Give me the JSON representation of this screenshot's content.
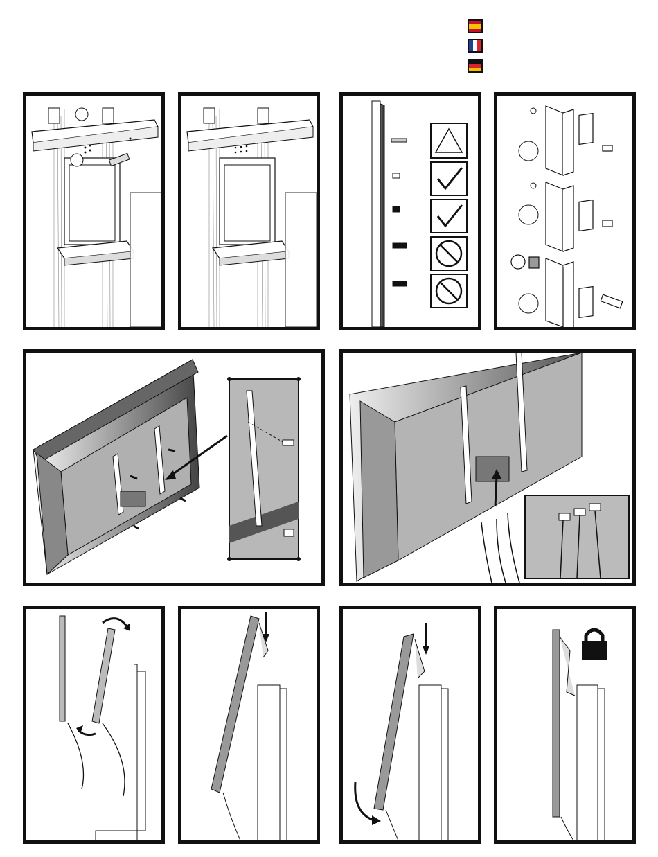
{
  "flags": [
    {
      "name": "spain-flag-icon",
      "colors": [
        "#c8102e",
        "#f6c200",
        "#c8102e"
      ]
    },
    {
      "name": "france-flag-icon",
      "colors": [
        "#1f3f9a",
        "#ffffff",
        "#d8262e"
      ]
    },
    {
      "name": "germany-flag-icon",
      "colors": [
        "#111111",
        "#d8262e",
        "#f2c200"
      ]
    }
  ],
  "panels": [
    {
      "name": "step-frame-fasteners",
      "icons": [
        "numbered-circle-icon",
        "numbered-circle-icon"
      ]
    },
    {
      "name": "step-frame-assembled",
      "icons": []
    },
    {
      "name": "step-screw-length-check",
      "icons": [
        "warning-icon",
        "checkmark-icon",
        "checkmark-icon",
        "prohibited-icon",
        "prohibited-icon"
      ]
    },
    {
      "name": "step-bracket-hardware-options",
      "icons": [
        "numbered-circle-icon",
        "numbered-circle-icon",
        "numbered-circle-icon"
      ]
    },
    {
      "name": "step-attach-brackets-to-display",
      "icons": [
        "arrow-icon"
      ]
    },
    {
      "name": "step-connect-cables",
      "icons": [
        "arrow-icon"
      ]
    },
    {
      "name": "step-hang-display",
      "icons": [
        "curved-arrow-icon",
        "curved-arrow-icon"
      ]
    },
    {
      "name": "step-lower-display",
      "icons": [
        "down-arrow-icon"
      ]
    },
    {
      "name": "step-swing-display",
      "icons": [
        "down-arrow-icon",
        "curved-arrow-icon"
      ]
    },
    {
      "name": "step-lock-display",
      "icons": [
        "padlock-icon"
      ]
    }
  ]
}
